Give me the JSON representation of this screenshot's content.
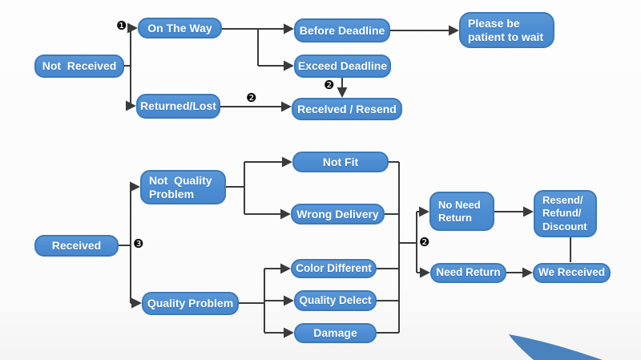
{
  "diagram": {
    "title": "order-received-flowchart",
    "colors": {
      "node_fill": "#4b8cd2",
      "node_border": "#3b79ba",
      "node_text": "#ffffff",
      "connector": "#3a3a3a",
      "marker_badge": "#0c0c0c",
      "swoosh": "#4a82bd",
      "background": "#fbfbfb"
    },
    "nodes": {
      "not_received": {
        "label": "Not  Received"
      },
      "on_the_way": {
        "label": "On The Way"
      },
      "returned_lost": {
        "label": "Returned/Lost"
      },
      "before_deadline": {
        "label": "Before Deadline"
      },
      "exceed_deadline": {
        "label": "Exceed Deadline"
      },
      "received_resend": {
        "label": "Recelved / Resend"
      },
      "please_wait": {
        "label": "Please be\npatient to wait"
      },
      "received": {
        "label": "Received"
      },
      "not_quality_problem": {
        "label": "Not  Quality\nProblem"
      },
      "quality_problem": {
        "label": "Quality Problem"
      },
      "not_fit": {
        "label": "Not Fit"
      },
      "wrong_delivery": {
        "label": "Wrong Delivery"
      },
      "color_different": {
        "label": "Color Different"
      },
      "quality_delect": {
        "label": "Quality Delect"
      },
      "damage": {
        "label": "Damage"
      },
      "no_need_return": {
        "label": "No Need\nReturn"
      },
      "need_return": {
        "label": "Need Return"
      },
      "resend_refund_discount": {
        "label": "Resend/\nRefund/\nDiscount"
      },
      "we_received": {
        "label": "We Received"
      }
    },
    "markers": {
      "step1": "❶",
      "step2_returned_lost": "❷",
      "step2_exceed_deadline": "❷",
      "step3_received": "❸",
      "step2_return_branch": "❷"
    }
  }
}
